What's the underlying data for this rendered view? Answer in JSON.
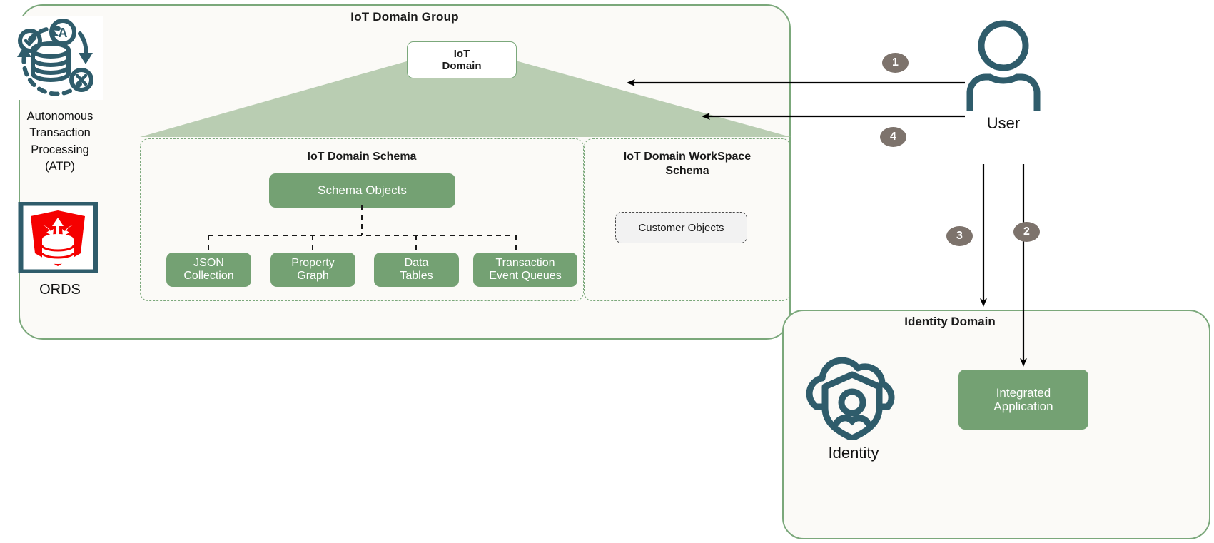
{
  "groups": {
    "iot": {
      "title": "IoT Domain Group"
    },
    "identity": {
      "title": "Identity Domain"
    }
  },
  "iot_domain_box": {
    "label": "IoT\nDomain",
    "line1": "IoT",
    "line2": "Domain"
  },
  "schema": {
    "title": "IoT Domain Schema",
    "root": {
      "label": "Schema Objects"
    },
    "leaves": [
      {
        "label": "JSON Collection",
        "line1": "JSON",
        "line2": "Collection"
      },
      {
        "label": "Property Graph",
        "line1": "Property",
        "line2": "Graph"
      },
      {
        "label": "Data Tables",
        "line1": "Data",
        "line2": "Tables"
      },
      {
        "label": "Transaction Event Queues",
        "line1": "Transaction",
        "line2": "Event Queues"
      }
    ]
  },
  "workspace": {
    "title": "IoT Domain WorkSpace Schema",
    "title_line1": "IoT Domain WorkSpace",
    "title_line2": "Schema",
    "customer_objects": {
      "label": "Customer Objects"
    }
  },
  "services": [
    {
      "icon": "autonomous-transaction-processing-icon",
      "label": "Autonomous Transaction Processing (ATP)",
      "line1": "Autonomous",
      "line2": "Transaction",
      "line3": "Processing",
      "line4": "(ATP)"
    },
    {
      "icon": "ords-icon",
      "label": "ORDS"
    }
  ],
  "actors": {
    "user": {
      "icon": "user-icon",
      "label": "User"
    },
    "identity": {
      "icon": "identity-shield-cloud-icon",
      "label": "Identity"
    }
  },
  "integrated_application": {
    "label": "Integrated Application",
    "line1": "Integrated",
    "line2": "Application"
  },
  "steps": [
    {
      "number": "1",
      "from": "User",
      "to": "IoT Domain Group"
    },
    {
      "number": "2",
      "from": "User",
      "to": "Integrated Application"
    },
    {
      "number": "3",
      "from": "User",
      "to": "Identity Domain"
    },
    {
      "number": "4",
      "from": "User",
      "to": "IoT Domain Group"
    }
  ],
  "colors": {
    "container_border": "#7ba87b",
    "container_fill": "#fbfaf7",
    "box_green": "#74a173",
    "triangle_green": "#b9cdb2",
    "icon_teal": "#2f5c6b",
    "ords_red": "#f50000",
    "badge_gray": "#7d736c",
    "arrow_black": "#000000"
  }
}
